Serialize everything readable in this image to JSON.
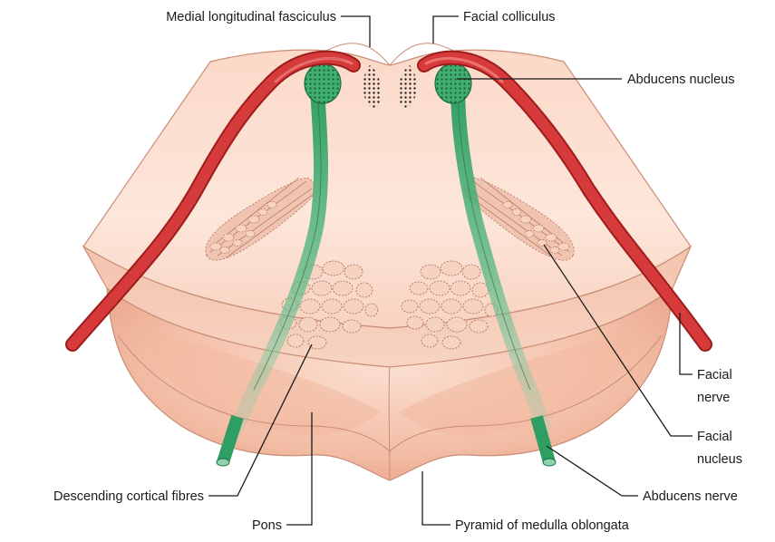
{
  "labels": {
    "mlf": "Medial longitudinal fasciculus",
    "facial_colliculus": "Facial colliculus",
    "abducens_nucleus": "Abducens nucleus",
    "facial_nerve_1": "Facial",
    "facial_nerve_2": "nerve",
    "facial_nucleus_1": "Facial",
    "facial_nucleus_2": "nucleus",
    "abducens_nerve": "Abducens nerve",
    "descending_cortical": "Descending cortical fibres",
    "pons": "Pons",
    "pyramid": "Pyramid of medulla oblongata"
  },
  "colors": {
    "tissue_light": "#fde8dc",
    "tissue_mid": "#f6cdb8",
    "tissue_dark": "#eaa98f",
    "facial_tract": "#d63a3a",
    "facial_tract_dark": "#9e1c1c",
    "abducens_green": "#3aa36a",
    "abducens_dark": "#1e6e42",
    "leader_line": "#1a1a1a"
  }
}
